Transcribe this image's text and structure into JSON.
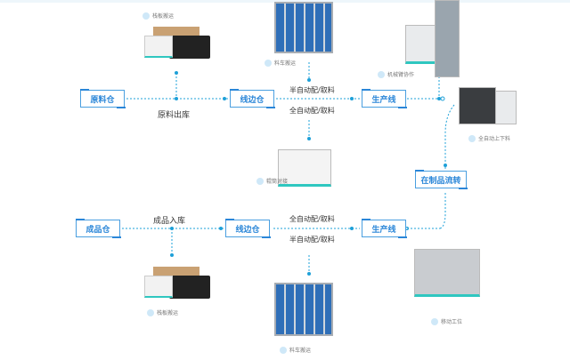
{
  "nodes": {
    "raw_warehouse": "原料仓",
    "line_side_1": "线边仓",
    "production_line_1": "生产线",
    "wip_flow": "在制品流转",
    "finished_warehouse": "成品仓",
    "line_side_2": "线边仓",
    "production_line_2": "生产线"
  },
  "labels": {
    "raw_outbound": "原料出库",
    "semi_auto_1": "半自动配/取料",
    "full_auto_1": "全自动配/取料",
    "finished_inbound": "成品入库",
    "full_auto_2": "全自动配/取料",
    "semi_auto_2": "半自动配/取料"
  },
  "captions": {
    "pallet_top": "栈板搬运",
    "cart_top": "料车搬运",
    "robot_arm": "机械臂协作",
    "auto_loading": "全自动上下料",
    "roller": "辊筒对接",
    "pallet_bottom": "栈板搬运",
    "cart_bottom": "料车搬运",
    "mobile_station": "移动工位"
  },
  "colors": {
    "accent": "#2a86d8",
    "line": "#1ea0d8"
  }
}
